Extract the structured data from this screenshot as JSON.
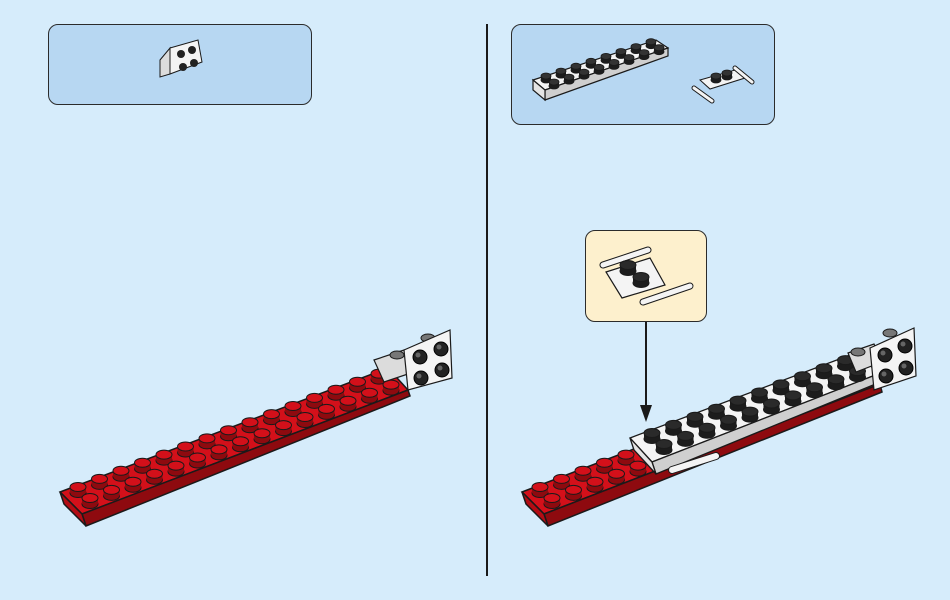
{
  "page": {
    "background": "#d6ecfb",
    "parts_box_color": "#b7d7f2",
    "subassembly_box_color": "#fdf0cd"
  },
  "colors": {
    "red": "#d3101a",
    "red_dark": "#8e0a0f",
    "white": "#f4f4f4",
    "grey": "#8a8a8a",
    "outline": "#1a1a1a"
  },
  "steps": [
    {
      "parts": [
        {
          "name": "bracket-1x2-2x2",
          "color": "white",
          "qty": 1
        }
      ]
    },
    {
      "parts": [
        {
          "name": "plate-2x8",
          "color": "white",
          "qty": 1
        },
        {
          "name": "plate-1x2-with-handles",
          "color": "white",
          "qty": 1
        }
      ]
    }
  ],
  "icons": [
    "bracket-icon",
    "plate-2x8-icon",
    "handle-plate-icon",
    "arrow-down-icon"
  ]
}
